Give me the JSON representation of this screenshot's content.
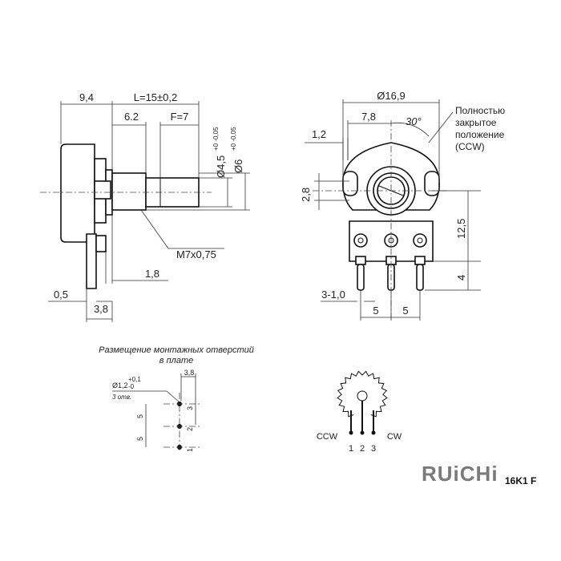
{
  "side_view": {
    "dim_body": "9,4",
    "dim_length": "L=15±0,2",
    "dim_shaft": "6.2",
    "dim_flat": "F=7",
    "dim_d45": "Ø4,5",
    "dim_d45_tol": "+0\n-0,05",
    "dim_d6": "Ø6",
    "dim_d6_tol": "+0\n-0,05",
    "thread": "M7x0,75",
    "dim_18": "1,8",
    "dim_05": "0,5",
    "dim_38": "3,8"
  },
  "front_view": {
    "dim_diam": "Ø16,9",
    "dim_78": "7,8",
    "dim_angle": "30°",
    "dim_12": "1,2",
    "dim_28": "2,8",
    "dim_125": "12,5",
    "dim_4": "4",
    "dim_310": "3-1,0",
    "dim_5a": "5",
    "dim_5b": "5",
    "note_line1": "Полностью",
    "note_line2": "закрытое",
    "note_line3": "положение",
    "note_line4": "(CCW)"
  },
  "mounting": {
    "title_line1": "Размещение монтажных отверстий",
    "title_line2": "в плате",
    "hole_dia": "Ø1,2",
    "hole_tol_top": "+0,1",
    "hole_tol_bot": "-0",
    "holes": "3 отв.",
    "dim_38": "3,8",
    "dim_5a": "5",
    "dim_5b": "5",
    "pin1": "1",
    "pin2": "2",
    "pin3": "3"
  },
  "schematic": {
    "ccw": "CCW",
    "cw": "CW",
    "pin1": "1",
    "pin2": "2",
    "pin3": "3"
  },
  "brand": {
    "logo": "RUiCHi",
    "model": "16K1 F",
    "logo_color": "#7a7a7a"
  }
}
